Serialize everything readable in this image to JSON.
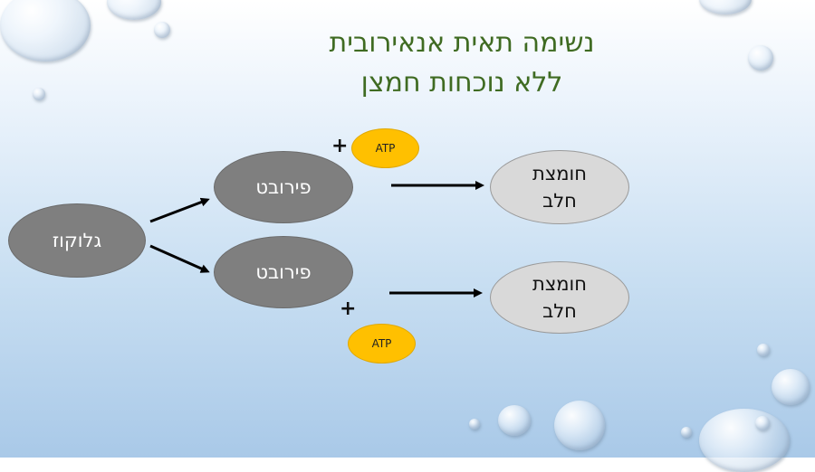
{
  "title": {
    "line1": "נשימה תאית אנאירובית",
    "line2": "ללא נוכחות חמצן"
  },
  "nodes": {
    "glucose": "גלוקוז",
    "pyruvate_top": "פירובט",
    "pyruvate_bottom": "פירובט",
    "lactic_top_line1": "חומצת",
    "lactic_top_line2": "חלב",
    "lactic_bottom_line1": "חומצת",
    "lactic_bottom_line2": "חלב"
  },
  "atp_top": "ATP",
  "atp_bottom": "ATP",
  "plus_top": "+",
  "plus_bottom": "+",
  "colors": {
    "title": "#3f6b22",
    "dark_node": "#7f7f7f",
    "light_node": "#d9d9d9",
    "atp": "#ffc000"
  }
}
